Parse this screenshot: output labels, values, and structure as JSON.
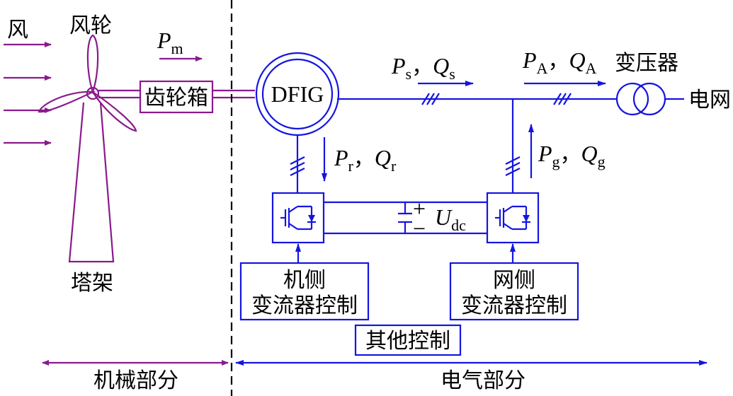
{
  "labels": {
    "wind": "风",
    "rotor": "风轮",
    "tower": "塔架",
    "gearbox": "齿轮箱",
    "generator": "DFIG",
    "transformer": "变压器",
    "grid": "电网",
    "machine_ctrl_l1": "机侧",
    "machine_ctrl_l2": "变流器控制",
    "grid_ctrl_l1": "网侧",
    "grid_ctrl_l2": "变流器控制",
    "other_ctrl": "其他控制",
    "mech_part": "机械部分",
    "elec_part": "电气部分"
  },
  "symbols": {
    "pm_main": "P",
    "pm_sub": "m",
    "ps_main": "P",
    "ps_sub": "s",
    "qs_main": "Q",
    "qs_sub": "s",
    "pa_main": "P",
    "pa_sub": "A",
    "qa_main": "Q",
    "qa_sub": "A",
    "pr_main": "P",
    "pr_sub": "r",
    "qr_main": "Q",
    "qr_sub": "r",
    "pg_main": "P",
    "pg_sub": "g",
    "qg_main": "Q",
    "qg_sub": "g",
    "udc_main": "U",
    "udc_sub": "dc",
    "sep": "，",
    "plus": "+",
    "minus": "−"
  },
  "colors": {
    "electrical": "#1515e0",
    "mechanical": "#8a1a8c",
    "text": "#000000"
  }
}
